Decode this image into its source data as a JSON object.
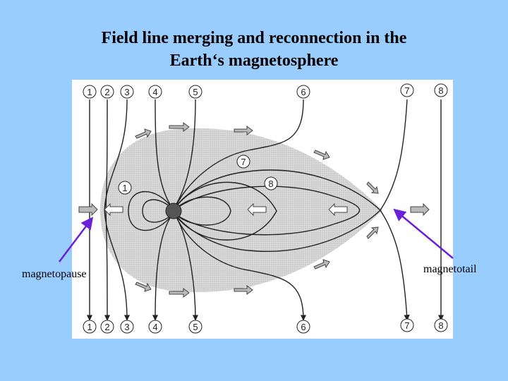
{
  "title": {
    "line1": "Field line merging and reconnection in the",
    "line2": "Earth‘s magnetosphere"
  },
  "labels": {
    "magnetopause": "magnetopause",
    "magnetotail": "magnetotail"
  },
  "field_line_numbers": {
    "top": [
      "1",
      "2",
      "3",
      "4",
      "5",
      "6",
      "7",
      "8"
    ],
    "bottom": [
      "1",
      "2",
      "3",
      "4",
      "5",
      "6",
      "7",
      "8"
    ],
    "inner": [
      "1",
      "7",
      "8"
    ]
  },
  "colors": {
    "background": "#99ccff",
    "pointer_arrow": "#6a20d8",
    "magnetosphere_fill": "#d6d6d6",
    "field_line": "#222222"
  }
}
